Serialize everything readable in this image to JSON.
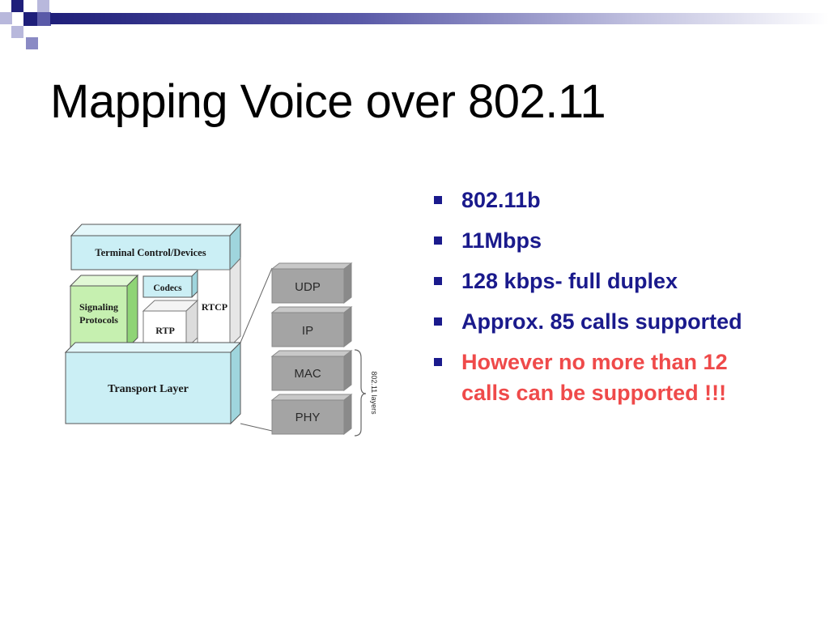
{
  "slide": {
    "title": "Mapping Voice over 802.11",
    "bullets": [
      {
        "text": "802.11b",
        "style": "normal"
      },
      {
        "text": "11Mbps",
        "style": "normal"
      },
      {
        "text": "128 kbps- full duplex",
        "style": "normal"
      },
      {
        "text": "Approx. 85 calls supported",
        "style": "normal"
      },
      {
        "text": "However no more than 12 calls can be supported !!!",
        "style": "alert"
      }
    ]
  },
  "diagram": {
    "stack": {
      "terminal": "Terminal Control/Devices",
      "signaling_line1": "Signaling",
      "signaling_line2": "Protocols",
      "codecs": "Codecs",
      "rtp": "RTP",
      "rtcp": "RTCP",
      "transport": "Transport Layer"
    },
    "layers": [
      "UDP",
      "IP",
      "MAC",
      "PHY"
    ],
    "bracket_label": "802.11 layers"
  },
  "colors": {
    "title_bar_dark": "#1f1f7a",
    "bullet_text": "#1a1a8c",
    "bullet_alert": "#ef4a4a",
    "stack_cyan": "#cbeff5",
    "stack_green": "#c6f0b0",
    "layer_gray": "#a4a4a4"
  }
}
